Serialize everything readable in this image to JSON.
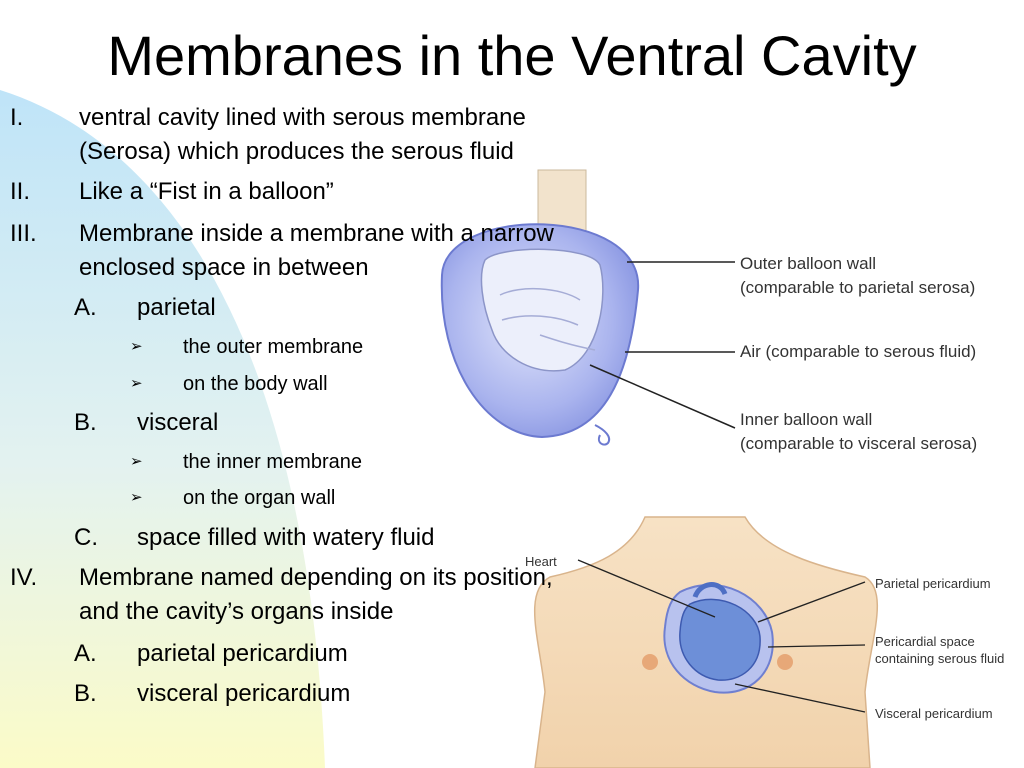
{
  "title": "Membranes in the Ventral Cavity",
  "bullets": [
    {
      "marker": "I.",
      "lines": [
        "ventral cavity lined with serous membrane",
        "(Serosa) which produces the serous fluid"
      ]
    },
    {
      "marker": "II.",
      "lines": [
        "Like a “Fist in a balloon”"
      ]
    },
    {
      "marker": "III.",
      "lines": [
        "Membrane inside a membrane with a narrow",
        "enclosed space in between"
      ],
      "children": [
        {
          "marker": "A.",
          "text": "parietal",
          "items": [
            "the outer membrane",
            "on the body wall"
          ]
        },
        {
          "marker": "B.",
          "text": "visceral",
          "items": [
            "the inner membrane",
            "on the organ wall"
          ]
        },
        {
          "marker": "C.",
          "text": "space filled with watery fluid"
        }
      ]
    },
    {
      "marker": "IV.",
      "lines": [
        "Membrane named depending on its position,",
        "and the cavity’s organs inside"
      ],
      "children": [
        {
          "marker": "A.",
          "text": "parietal pericardium"
        },
        {
          "marker": "B.",
          "text": "visceral pericardium"
        }
      ]
    }
  ],
  "arrow_glyph": "➢",
  "balloon_figure": {
    "labels": {
      "outer_1": "Outer balloon wall",
      "outer_2": "(comparable to parietal serosa)",
      "air": "Air (comparable to serous fluid)",
      "inner_1": "Inner balloon wall",
      "inner_2": "(comparable to visceral serosa)"
    }
  },
  "heart_figure": {
    "labels": {
      "heart": "Heart",
      "parietal": "Parietal pericardium",
      "space_1": "Pericardial space",
      "space_2": "containing serous fluid",
      "visceral": "Visceral pericardium"
    }
  },
  "colors": {
    "bg_top": "#bfe4f8",
    "bg_bottom": "#fbfbc8",
    "balloon": "#8f9de6",
    "skin": "#f4d9b5",
    "heart": "#6d8fd8"
  }
}
